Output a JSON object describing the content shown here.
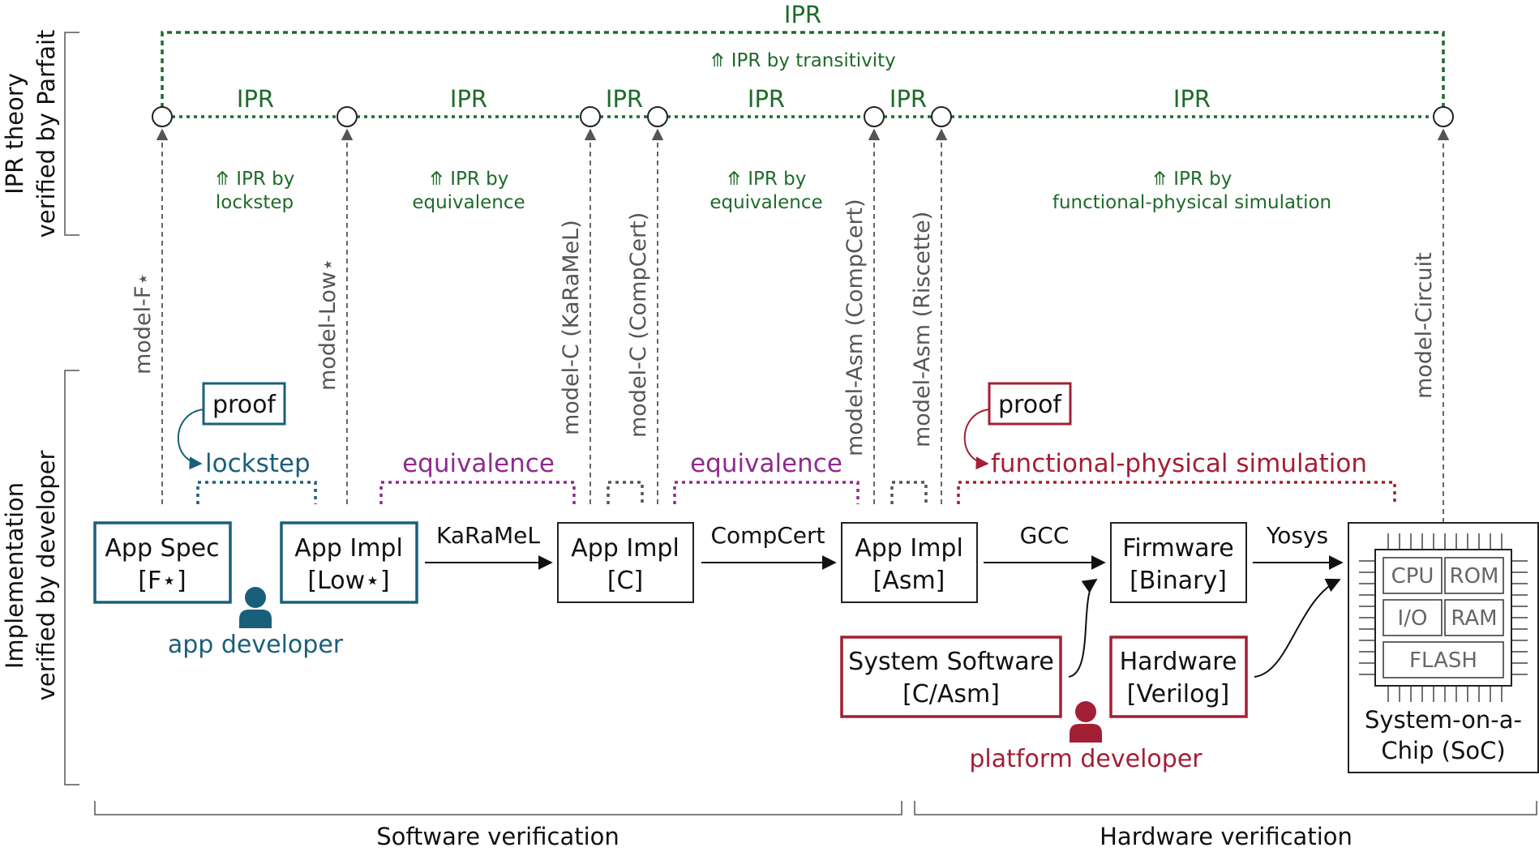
{
  "colors": {
    "green": "#1e6b2a",
    "blue": "#1a5f7a",
    "purple": "#8e2a8e",
    "red": "#a31f34",
    "gray": "#555555",
    "black": "#111111"
  },
  "side_labels": {
    "ipr_theory_line1": "IPR theory",
    "ipr_theory_line2": "verified by Parfait",
    "impl_line1": "Implementation",
    "impl_line2": "verified by developer"
  },
  "ipr": {
    "top_label": "IPR",
    "transitivity": "⤊ IPR by transitivity",
    "segments": [
      "IPR",
      "IPR",
      "IPR",
      "IPR",
      "IPR",
      "IPR"
    ],
    "by_lockstep_1": "⤊ IPR by",
    "by_lockstep_2": "lockstep",
    "by_equiv1_1": "⤊ IPR by",
    "by_equiv1_2": "equivalence",
    "by_equiv2_1": "⤊ IPR by",
    "by_equiv2_2": "equivalence",
    "by_fps_1": "⤊ IPR by",
    "by_fps_2": "functional-physical simulation"
  },
  "models": {
    "f": "model-F⋆",
    "low": "model-Low⋆",
    "c_karamel": "model-C (KaRaMeL)",
    "c_compcert": "model-C (CompCert)",
    "asm_compcert": "model-Asm (CompCert)",
    "asm_riscette": "model-Asm (Riscette)",
    "circuit": "model-Circuit"
  },
  "proofs": {
    "proof_left": "proof",
    "proof_right": "proof",
    "lockstep": "lockstep",
    "equivalence1": "equivalence",
    "equivalence2": "equivalence",
    "fps": "functional-physical simulation"
  },
  "boxes": {
    "app_spec_1": "App Spec",
    "app_spec_2": "[F⋆]",
    "app_impl_low_1": "App Impl",
    "app_impl_low_2": "[Low⋆]",
    "app_impl_c_1": "App Impl",
    "app_impl_c_2": "[C]",
    "app_impl_asm_1": "App Impl",
    "app_impl_asm_2": "[Asm]",
    "firmware_1": "Firmware",
    "firmware_2": "[Binary]",
    "syssw_1": "System Software",
    "syssw_2": "[C/Asm]",
    "hardware_1": "Hardware",
    "hardware_2": "[Verilog]",
    "soc_1": "System-on-a-",
    "soc_2": "Chip (SoC)"
  },
  "soc_blocks": {
    "cpu": "CPU",
    "rom": "ROM",
    "io": "I/O",
    "ram": "RAM",
    "flash": "FLASH"
  },
  "tools": {
    "karamel": "KaRaMeL",
    "compcert": "CompCert",
    "gcc": "GCC",
    "yosys": "Yosys"
  },
  "people": {
    "app_developer": "app developer",
    "platform_developer": "platform developer"
  },
  "footer": {
    "software": "Software verification",
    "hardware": "Hardware verification"
  }
}
